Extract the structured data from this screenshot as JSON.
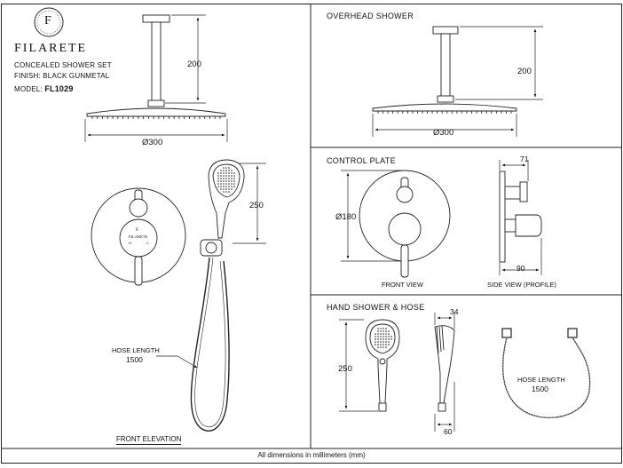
{
  "logo": {
    "letter": "F",
    "brand": "FILARETE"
  },
  "product": {
    "title": "CONCEALED SHOWER SET",
    "finish": "FINISH: BLACK GUNMETAL",
    "model_label": "MODEL:",
    "model_code": "FL1029"
  },
  "front_elevation": {
    "label": "FRONT ELEVATION",
    "arm_dim": "200",
    "head_dim": "Ø300",
    "hand_dim": "250",
    "hose_label": "HOSE LENGTH",
    "hose_value": "1500",
    "plate_logo": "F",
    "plate_brand": "FILARETE",
    "plate_h": "H",
    "plate_c": "C"
  },
  "overhead": {
    "title": "OVERHEAD SHOWER",
    "arm_dim": "200",
    "head_dim": "Ø300"
  },
  "control_plate": {
    "title": "CONTROL PLATE",
    "diameter_dim": "Ø180",
    "front_label": "FRONT VIEW",
    "side_label": "SIDE VIEW (PROFILE)",
    "depth_top": "71",
    "depth_bottom": "90"
  },
  "hand_shower": {
    "title": "HAND SHOWER & HOSE",
    "height_dim": "250",
    "side_top_dim": "34",
    "side_bottom_dim": "60",
    "hose_label": "HOSE LENGTH",
    "hose_value": "1500"
  },
  "footer": {
    "note": "All dimensions in millimeters (mm)"
  }
}
